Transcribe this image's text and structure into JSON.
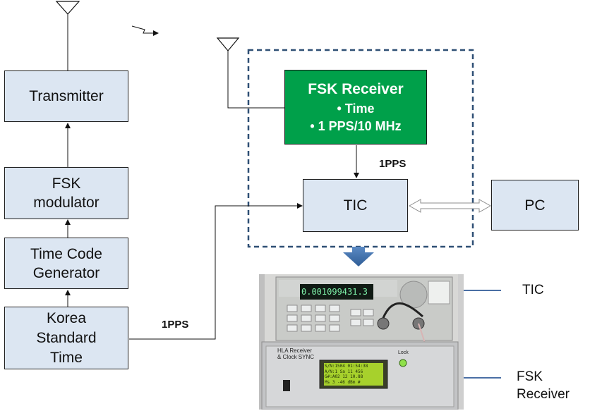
{
  "blocks": {
    "transmitter": "Transmitter",
    "fsk_modulator": "FSK\nmodulator",
    "time_code_generator": "Time Code\nGenerator",
    "korea_standard_time": "Korea\nStandard\nTime",
    "fsk_receiver": {
      "title": "FSK Receiver",
      "bullets": [
        "• Time",
        "• 1 PPS/10 MHz"
      ]
    },
    "tic": "TIC",
    "pc": "PC"
  },
  "labels": {
    "pps_receiver_to_tic": "1PPS",
    "pps_kst": "1PPS"
  },
  "photo": {
    "callout_tic": "TIC",
    "callout_fsk": "FSK\nReceiver",
    "display_top": "0.001099431.3",
    "lcd_lines": [
      "S/N:1504 01:54:38",
      "A/N:1  Sa 11 456",
      "G#:A02 12 10.88",
      "Ms 3 -46 dBm #"
    ],
    "panel_label": "HLA Receiver\n& Clock SYNC",
    "lock_label": "Lock"
  },
  "colors": {
    "block_fill": "#dce6f2",
    "receiver_fill": "#00a04a",
    "dashed_border": "#2e4f74",
    "arrow_fill": "#3f6ea6",
    "callout_line": "#4a6fa5"
  }
}
